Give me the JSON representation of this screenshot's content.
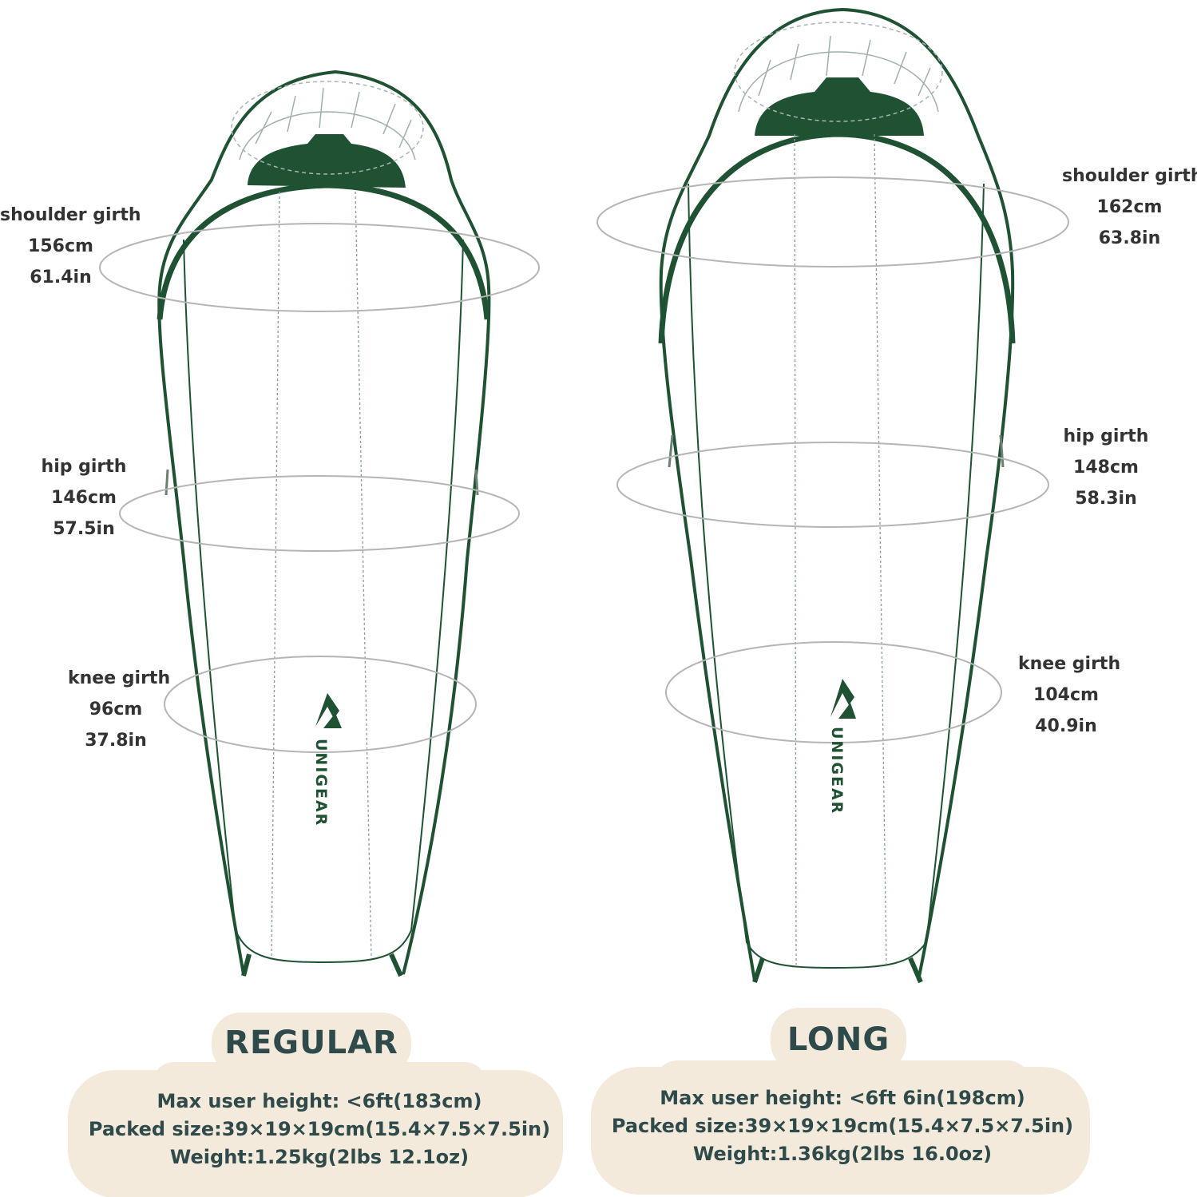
{
  "colors": {
    "bag_green": "#1f5233",
    "beige_panel": "#f4eadb",
    "text_dark": "#2f4a4a",
    "girth_ring": "#b5b5b5"
  },
  "brand": {
    "name": "UNIGEAR",
    "icon": "mountain-logo-icon"
  },
  "regular": {
    "title": "REGULAR",
    "shoulder": {
      "label": "shoulder girth",
      "cm": "156cm",
      "in": "61.4in"
    },
    "hip": {
      "label": "hip girth",
      "cm": "146cm",
      "in": "57.5in"
    },
    "knee": {
      "label": "knee girth",
      "cm": "96cm",
      "in": "37.8in"
    },
    "max_height": "Max user height:  <6ft(183cm)",
    "packed_size": "Packed size:39×19×19cm(15.4×7.5×7.5in)",
    "weight": "Weight:1.25kg(2lbs 12.1oz)"
  },
  "long": {
    "title": "LONG",
    "shoulder": {
      "label": "shoulder girth",
      "cm": "162cm",
      "in": "63.8in"
    },
    "hip": {
      "label": "hip girth",
      "cm": "148cm",
      "in": "58.3in"
    },
    "knee": {
      "label": "knee girth",
      "cm": "104cm",
      "in": "40.9in"
    },
    "max_height": "Max user height: <6ft 6in(198cm)",
    "packed_size": "Packed size:39×19×19cm(15.4×7.5×7.5in)",
    "weight": "Weight:1.36kg(2lbs 16.0oz)"
  }
}
